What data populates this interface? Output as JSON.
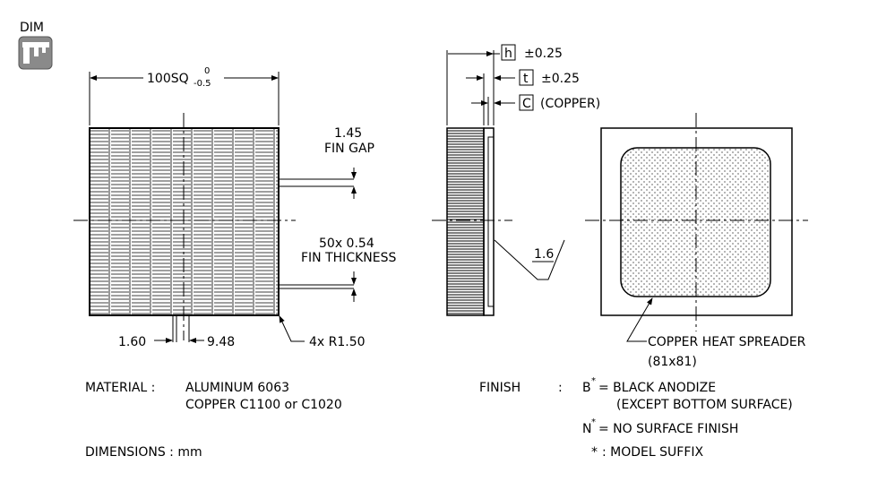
{
  "dim_button": {
    "label": "DIM",
    "icon": "caliper-icon"
  },
  "front_view": {
    "width_label": "100SQ",
    "tol_upper": "0",
    "tol_lower": "-0.5",
    "fin_gap_value": "1.45",
    "fin_gap_label": "FIN GAP",
    "fin_thickness_value": "50x 0.54",
    "fin_thickness_label": "FIN THICKNESS",
    "pitch_left": "1.60",
    "pitch_right": "9.48",
    "corner_radius": "4x R1.50"
  },
  "side_view": {
    "h_box": "h",
    "h_tol": "±0.25",
    "t_box": "t",
    "t_tol": "±0.25",
    "c_box": "C",
    "c_note": "(COPPER)",
    "roughness": "1.6"
  },
  "bottom_view": {
    "spreader_label": "COPPER HEAT SPREADER",
    "spreader_size": "(81x81)"
  },
  "notes": {
    "material_label": "MATERIAL  :",
    "material_1": "ALUMINUM  6063",
    "material_2": "COPPER  C1100 or C1020",
    "dimensions": "DIMENSIONS : mm",
    "finish_label": "FINISH",
    "finish_colon": ":",
    "finish_b_letter": "B",
    "finish_b": "= BLACK ANODIZE",
    "finish_b_note": "(EXCEPT BOTTOM SURFACE)",
    "finish_n_letter": "N",
    "finish_n": "= NO SURFACE FINISH",
    "suffix_star": "*",
    "suffix": ": MODEL SUFFIX"
  },
  "colors": {
    "line": "#000000",
    "icon_bg": "#8a8a8a",
    "background": "#ffffff"
  }
}
